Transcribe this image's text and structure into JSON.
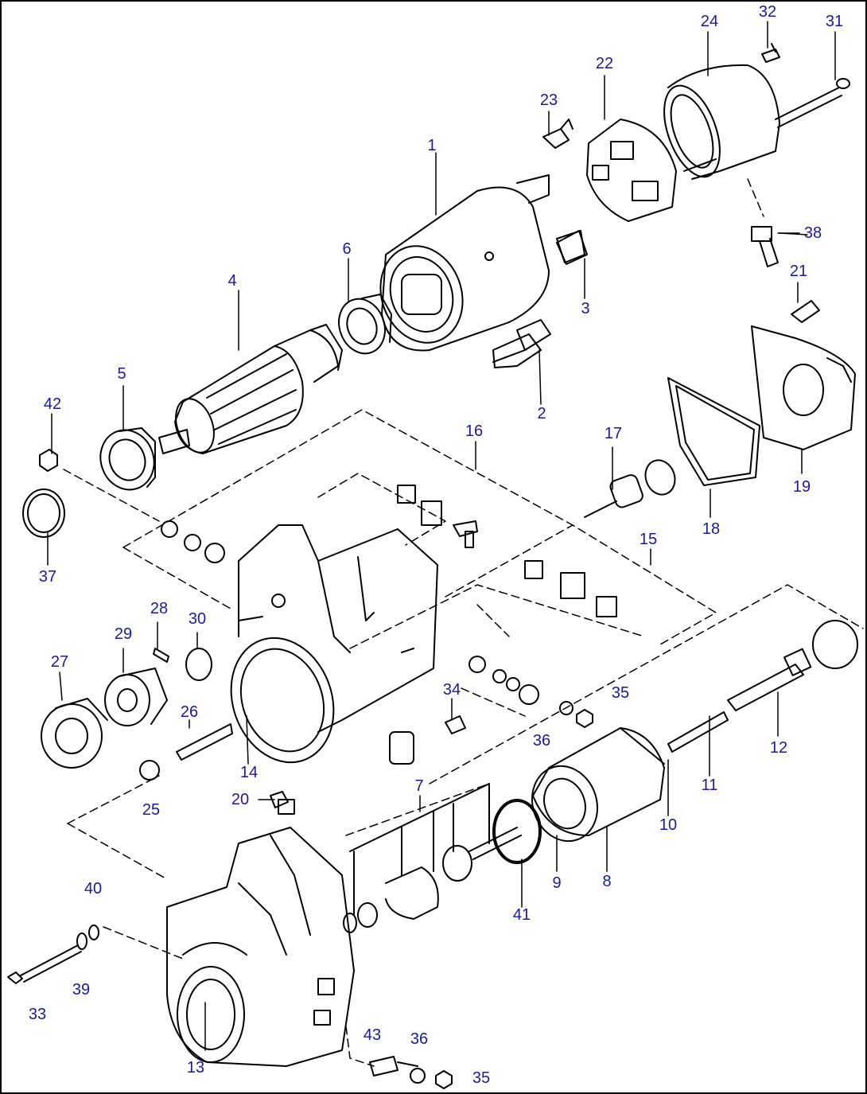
{
  "diagram": {
    "type": "exploded parts diagram",
    "label_color": "#1a1aa0",
    "line_color": "#000000"
  },
  "callouts": [
    {
      "n": "1"
    },
    {
      "n": "2"
    },
    {
      "n": "3"
    },
    {
      "n": "4"
    },
    {
      "n": "5"
    },
    {
      "n": "6"
    },
    {
      "n": "7"
    },
    {
      "n": "8"
    },
    {
      "n": "9"
    },
    {
      "n": "10"
    },
    {
      "n": "11"
    },
    {
      "n": "12"
    },
    {
      "n": "13"
    },
    {
      "n": "14"
    },
    {
      "n": "15"
    },
    {
      "n": "16"
    },
    {
      "n": "17"
    },
    {
      "n": "18"
    },
    {
      "n": "19"
    },
    {
      "n": "20"
    },
    {
      "n": "21"
    },
    {
      "n": "22"
    },
    {
      "n": "23"
    },
    {
      "n": "24"
    },
    {
      "n": "25"
    },
    {
      "n": "26"
    },
    {
      "n": "27"
    },
    {
      "n": "28"
    },
    {
      "n": "29"
    },
    {
      "n": "30"
    },
    {
      "n": "31"
    },
    {
      "n": "32"
    },
    {
      "n": "33"
    },
    {
      "n": "34"
    },
    {
      "n": "35"
    },
    {
      "n": "36"
    },
    {
      "n": "37"
    },
    {
      "n": "38"
    },
    {
      "n": "39"
    },
    {
      "n": "40"
    },
    {
      "n": "41"
    },
    {
      "n": "42"
    },
    {
      "n": "43"
    },
    {
      "n": "36"
    },
    {
      "n": "35"
    }
  ]
}
